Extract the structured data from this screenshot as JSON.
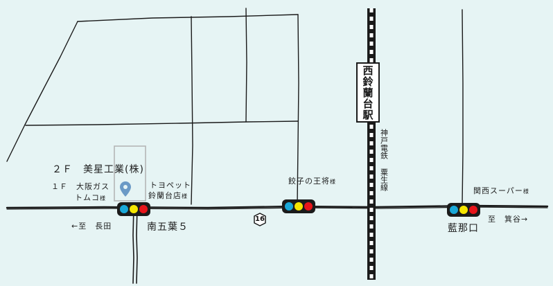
{
  "colors": {
    "background": "#e6f4f4",
    "road": "#1a1a1a",
    "building_outline": "#b5b5b5",
    "pin": "#6b9ac6",
    "lamp_blue": "#1aa8d8",
    "lamp_yellow": "#f5e600",
    "lamp_red": "#e8151b"
  },
  "station": {
    "name": "西鈴蘭台駅",
    "icon": "railway-track"
  },
  "rail_line": {
    "label": "神戸電鉄　粟生線",
    "col1": "神戸電鉄",
    "col2": "粟生線"
  },
  "route": {
    "number": "16",
    "icon": "route-hexagon-badge"
  },
  "pin": {
    "icon": "location-pin-icon"
  },
  "labels": {
    "company_2f": "２Ｆ　美星工業(株)",
    "company_1f_line1": "１Ｆ　大阪ガス",
    "company_1f_line2": "トムコ",
    "toyopet_line1": "トヨペット",
    "toyopet_line2": "鈴蘭台店",
    "gyoza": "餃子の王将",
    "kansai_super": "関西スーパー",
    "sama": "様",
    "to_nagata": "←至　長田",
    "to_mino": "至　箕谷→",
    "minami_goyou": "南五葉５",
    "aina_guchi": "藍那口"
  },
  "traffic_lights": [
    {
      "name": "traffic-light-minami-goyou",
      "icon": "traffic-light-icon"
    },
    {
      "name": "traffic-light-gyoza",
      "icon": "traffic-light-icon"
    },
    {
      "name": "traffic-light-aina-guchi",
      "icon": "traffic-light-icon"
    }
  ]
}
